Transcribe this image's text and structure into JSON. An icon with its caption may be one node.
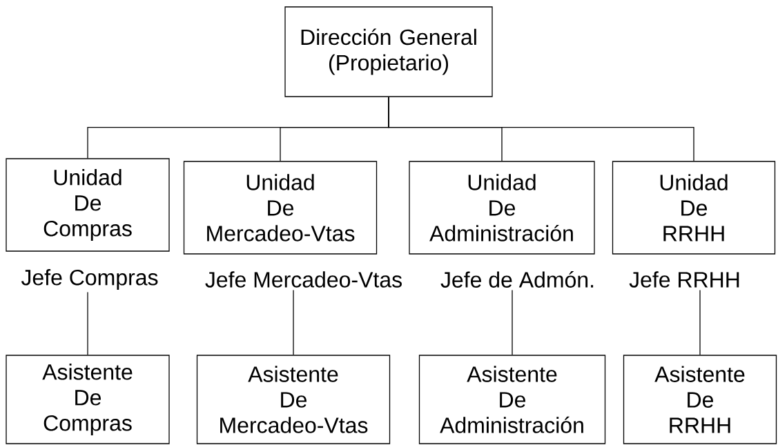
{
  "diagram": {
    "nodes": [
      {
        "text": [
          "Dirección General (Propietario)"
        ]
      },
      {
        "text": [
          "Unidad De Compras"
        ]
      },
      {
        "text": [
          "Unidad De Mercadeo-Vtas"
        ]
      },
      {
        "text": [
          "Unidad De Administración"
        ]
      },
      {
        "text": [
          "Unidad De RRHH"
        ]
      },
      {
        "text": [
          "Jefe Compras"
        ]
      },
      {
        "text": [
          "Jefe Mercadeo-Vtas"
        ]
      },
      {
        "text": [
          "Jefe de Admón."
        ]
      },
      {
        "text": [
          "Jefe RRHH"
        ]
      },
      {
        "text": [
          "Asistente De Compras"
        ]
      },
      {
        "text": [
          "Asistente De Mercadeo-Vtas"
        ]
      },
      {
        "text": [
          "Asistente De Administración"
        ]
      },
      {
        "text": [
          "Asistente De RRHH"
        ]
      }
    ],
    "edges": [
      {
        "from": 0,
        "to": 1,
        "arrow": "none"
      },
      {
        "from": 0,
        "to": 2,
        "arrow": "none"
      },
      {
        "from": 0,
        "to": 3,
        "arrow": "none"
      },
      {
        "from": 0,
        "to": 4,
        "arrow": "none"
      },
      {
        "from": 5,
        "to": 9,
        "arrow": "none"
      },
      {
        "from": 6,
        "to": 10,
        "arrow": "none"
      },
      {
        "from": 7,
        "to": 11,
        "arrow": "none"
      },
      {
        "from": 8,
        "to": 12,
        "arrow": "none"
      }
    ]
  }
}
